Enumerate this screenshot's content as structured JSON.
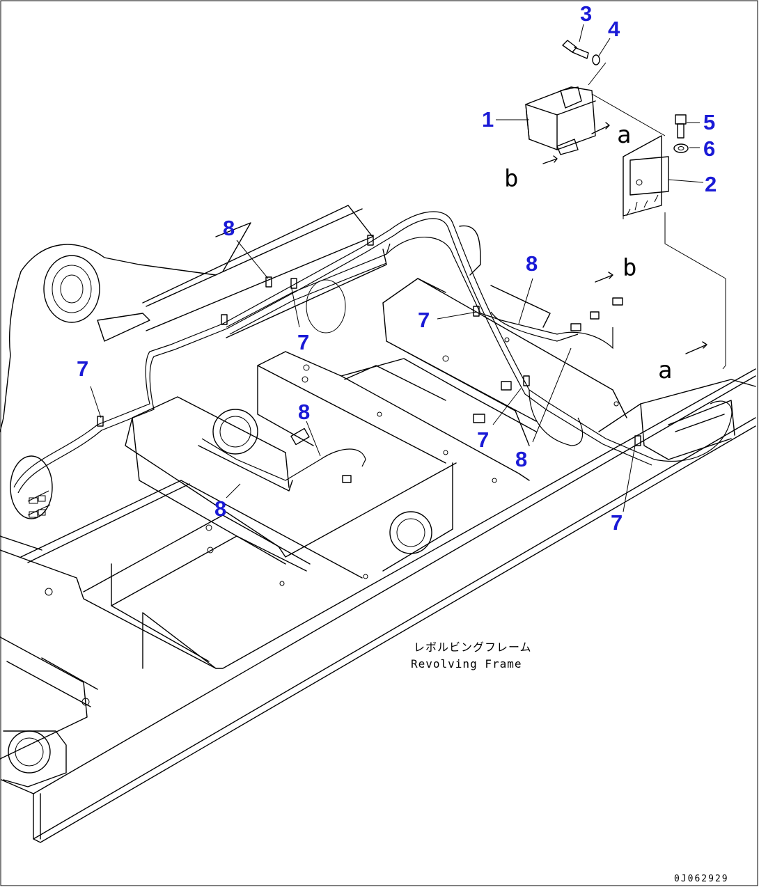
{
  "callouts": {
    "c1": "1",
    "c2": "2",
    "c3": "3",
    "c4": "4",
    "c5": "5",
    "c6": "6",
    "c7": "7",
    "c8": "8"
  },
  "refs": {
    "a": "a",
    "b": "b"
  },
  "caption": {
    "jp": "レボルビングフレーム",
    "en": "Revolving Frame"
  },
  "drawing_code": "0J062929",
  "colors": {
    "callout": "#1a1ad6",
    "line": "#000000",
    "background": "#ffffff"
  }
}
